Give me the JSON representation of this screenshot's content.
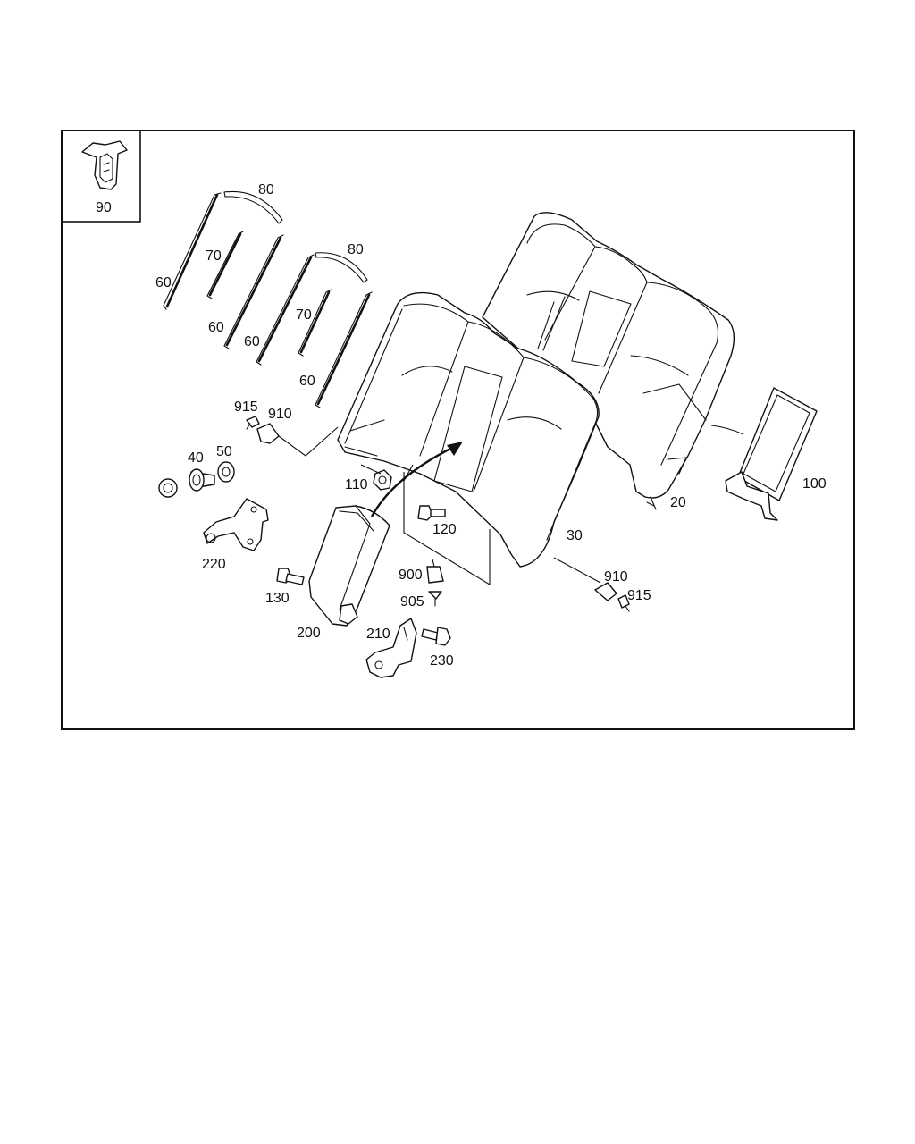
{
  "diagram": {
    "inset_label": "90",
    "labels": {
      "clip_90": "90",
      "wire_80_a": "80",
      "wire_80_b": "80",
      "wire_70_a": "70",
      "wire_70_b": "70",
      "wire_60_a": "60",
      "wire_60_b": "60",
      "wire_60_c": "60",
      "wire_60_d": "60",
      "clip_915_a": "915",
      "clip_910_a": "910",
      "bushing_40": "40",
      "washer_50": "50",
      "nut_110": "110",
      "bolt_120": "120",
      "bracket_220": "220",
      "bolt_130": "130",
      "armrest_200": "200",
      "clip_900": "900",
      "clip_905": "905",
      "hinge_210": "210",
      "screw_230": "230",
      "backrest_20": "20",
      "cushion_30": "30",
      "clip_910_b": "910",
      "clip_915_b": "915",
      "panel_100": "100"
    }
  }
}
